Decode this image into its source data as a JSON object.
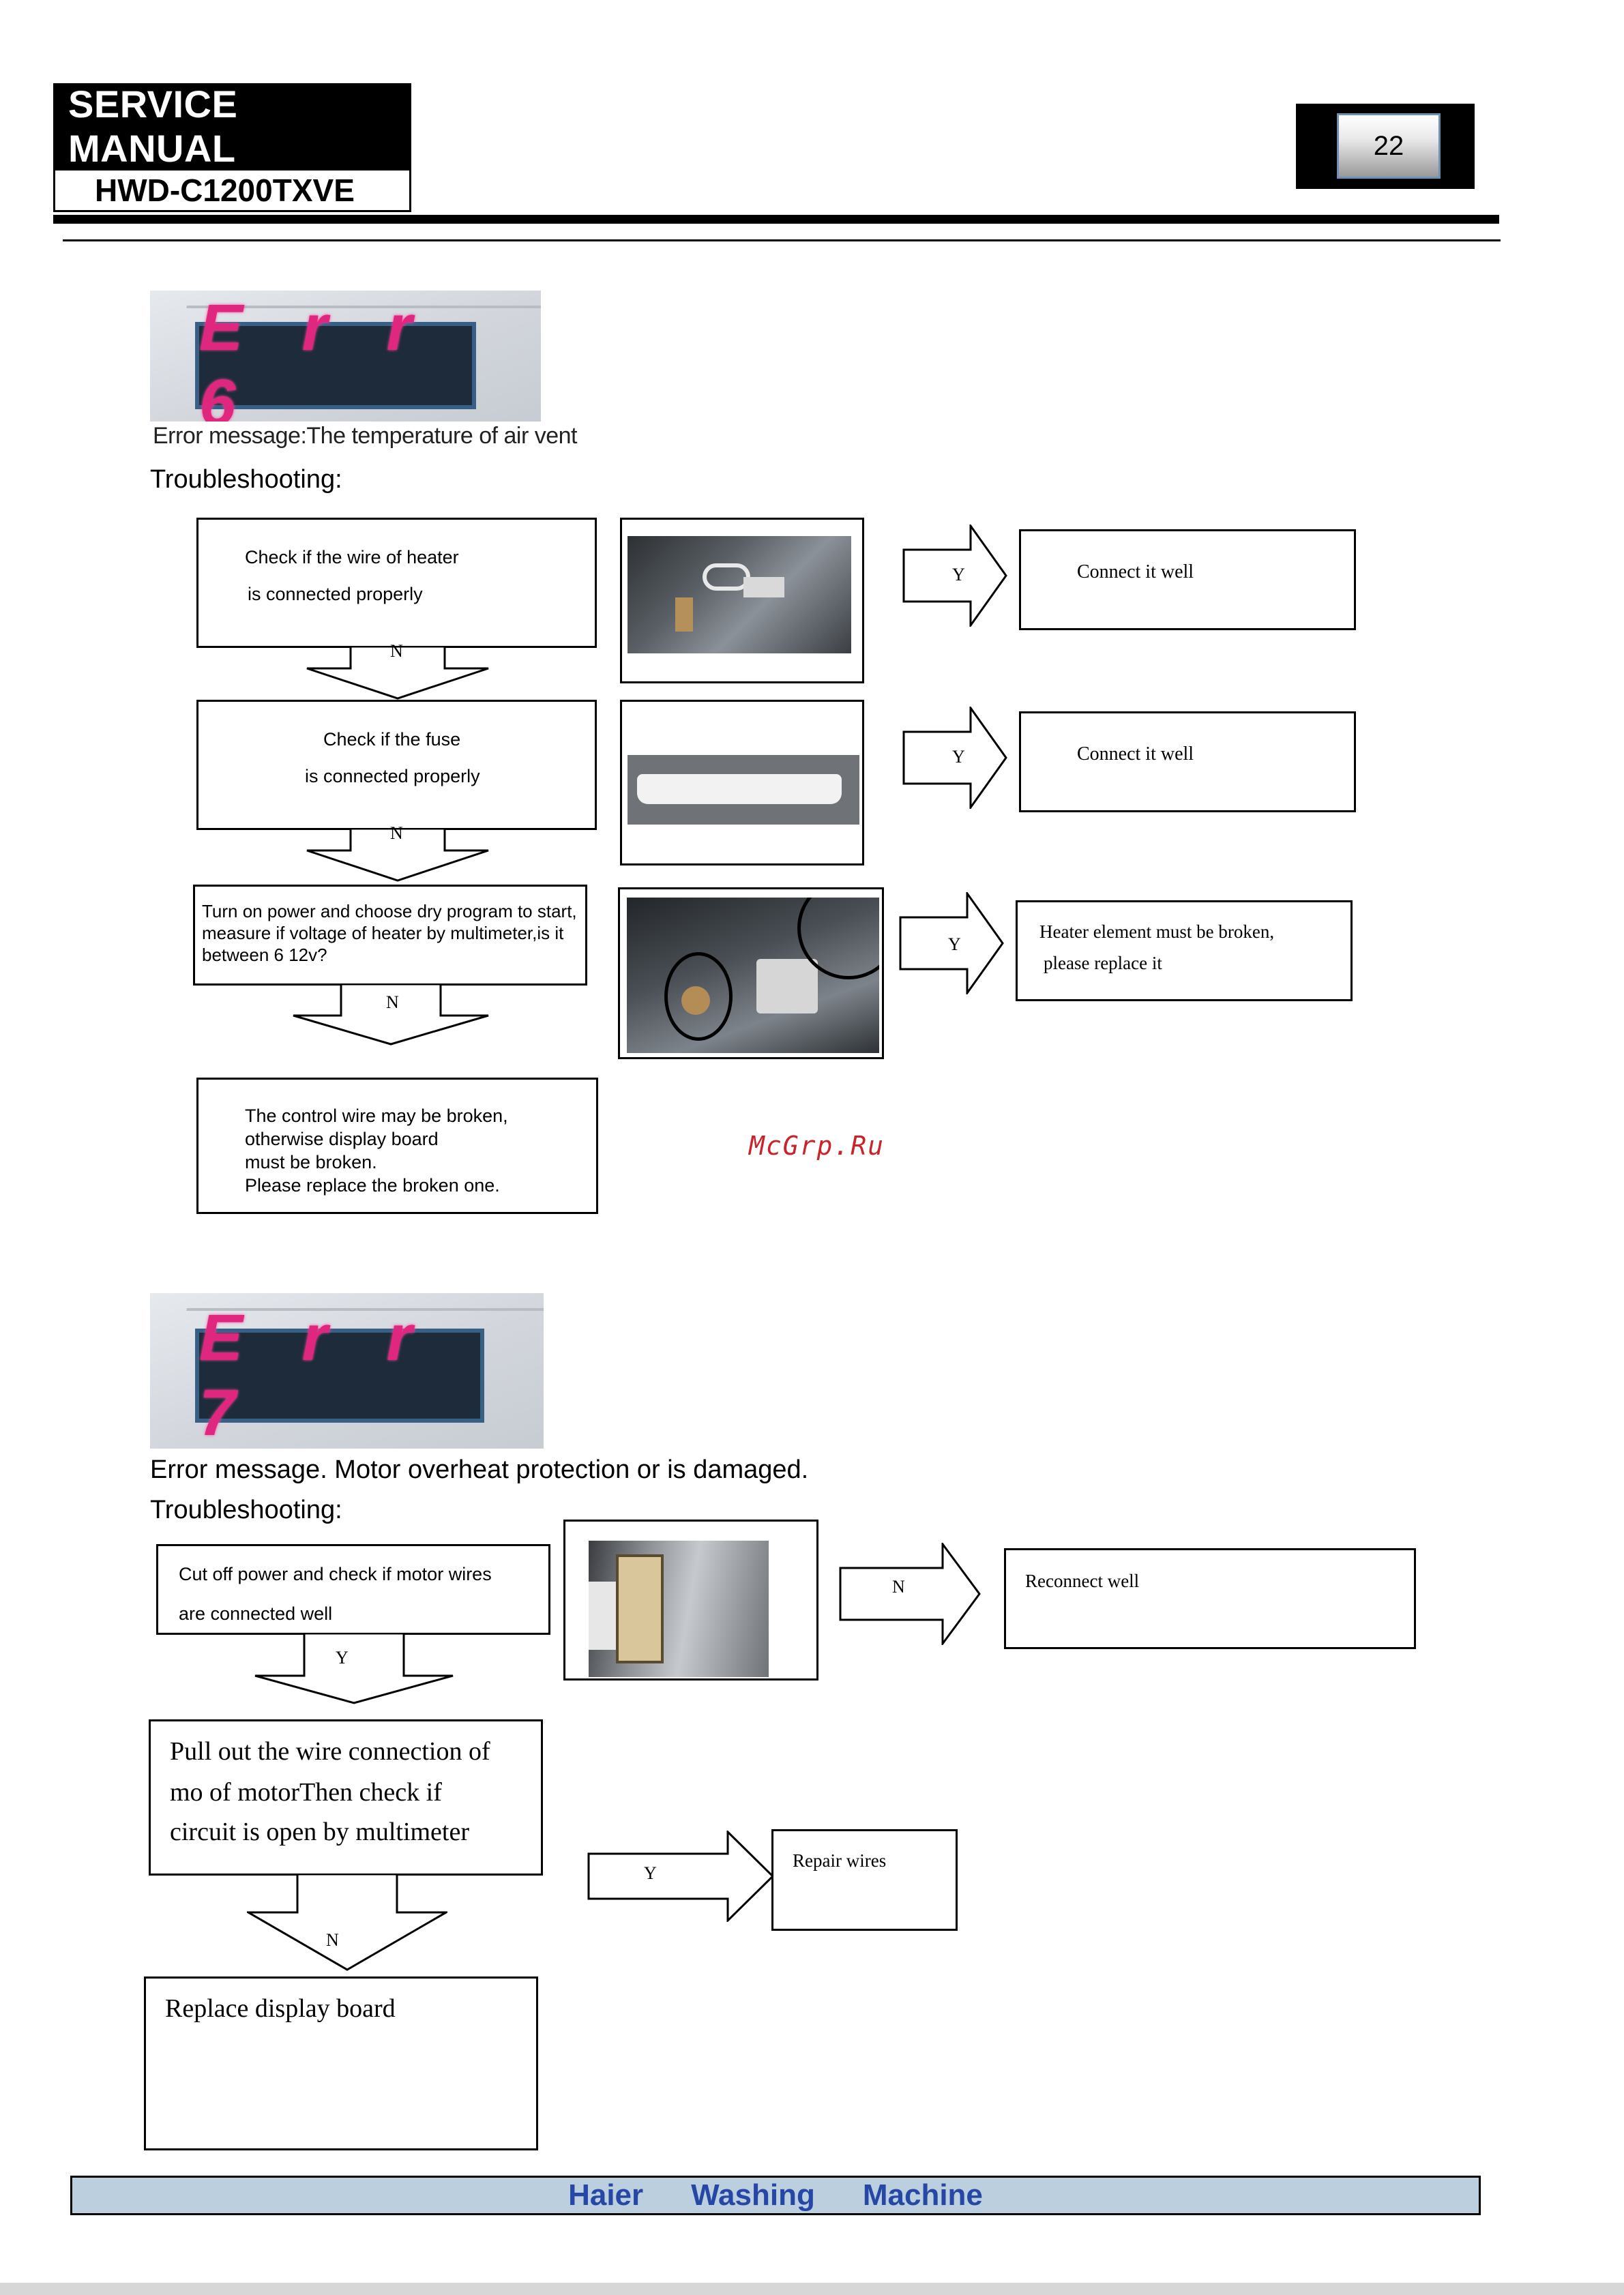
{
  "header": {
    "title": "SERVICE MANUAL",
    "model": "HWD-C1200TXVE",
    "page_number": "22"
  },
  "err6": {
    "code": "E r r 6",
    "message": "Error message:The  temperature of air vent",
    "troubleshooting_label": "Troubleshooting:",
    "steps": [
      {
        "line1": "Check if  the wire of heater",
        "line2": "is connected properly",
        "no_label": "N",
        "yes_label": "Y",
        "result": "Connect it well"
      },
      {
        "line1": "Check if  the fuse",
        "line2": "is connected properly",
        "no_label": "N",
        "yes_label": "Y",
        "result": "Connect it well"
      },
      {
        "line1": "Turn on power and choose dry program to start,",
        "line2": "measure if voltage of heater by multimeter,is it",
        "line3": "between 6   12v?",
        "no_label": "N",
        "yes_label": "Y",
        "result_line1": "Heater element  must be broken,",
        "result_line2": "please replace it"
      }
    ],
    "final": {
      "line1": "The control wire may be  broken,",
      "line2": "otherwise  display  board",
      "line3": "must  be  broken.",
      "line4": "Please replace the broken one."
    }
  },
  "watermark": "McGrp.Ru",
  "err7": {
    "code": "E r r 7",
    "message": "Error message. Motor overheat    protection or is damaged.",
    "troubleshooting_label": "Troubleshooting:",
    "step1": {
      "line1": "Cut  off  power  and  check  if  motor  wires",
      "line2": "are connected well",
      "yes_label": "Y",
      "no_label": "N",
      "result": "Reconnect well"
    },
    "step2": {
      "line1": "Pull out the wire connection of",
      "line2": "mo of motorThen check if",
      "line3": "circuit is open by multimeter",
      "yes_label": "Y",
      "no_label": "N",
      "result": "Repair wires"
    },
    "final": "Replace display board"
  },
  "footer": {
    "word1": "Haier",
    "word2": "Washing",
    "word3": "Machine"
  },
  "colors": {
    "led_pink": "#e0277f",
    "footer_bg": "#bccfdf",
    "footer_text": "#2647a6",
    "watermark": "#c8242b"
  },
  "icons": [
    "arrow-down-icon",
    "arrow-right-icon"
  ]
}
